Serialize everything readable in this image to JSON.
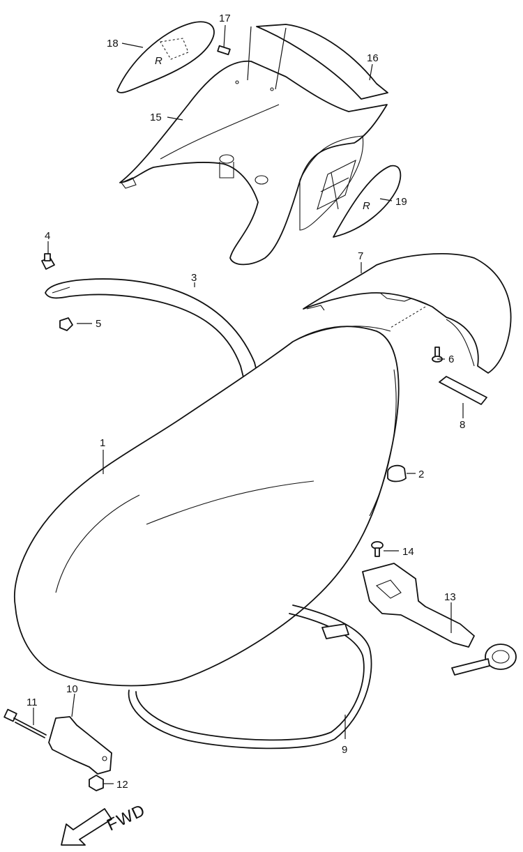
{
  "callouts": [
    {
      "id": "1",
      "text": "1"
    },
    {
      "id": "2",
      "text": "2"
    },
    {
      "id": "3",
      "text": "3"
    },
    {
      "id": "4",
      "text": "4"
    },
    {
      "id": "5",
      "text": "5"
    },
    {
      "id": "6",
      "text": "6"
    },
    {
      "id": "7",
      "text": "7"
    },
    {
      "id": "8",
      "text": "8"
    },
    {
      "id": "9",
      "text": "9"
    },
    {
      "id": "10",
      "text": "10"
    },
    {
      "id": "11",
      "text": "11"
    },
    {
      "id": "12",
      "text": "12"
    },
    {
      "id": "13",
      "text": "13"
    },
    {
      "id": "14",
      "text": "14"
    },
    {
      "id": "15",
      "text": "15"
    },
    {
      "id": "16",
      "text": "16"
    },
    {
      "id": "17",
      "text": "17"
    },
    {
      "id": "18",
      "text": "18"
    },
    {
      "id": "19",
      "text": "19"
    }
  ],
  "direction_label": "FWD",
  "decal_letter": "R"
}
